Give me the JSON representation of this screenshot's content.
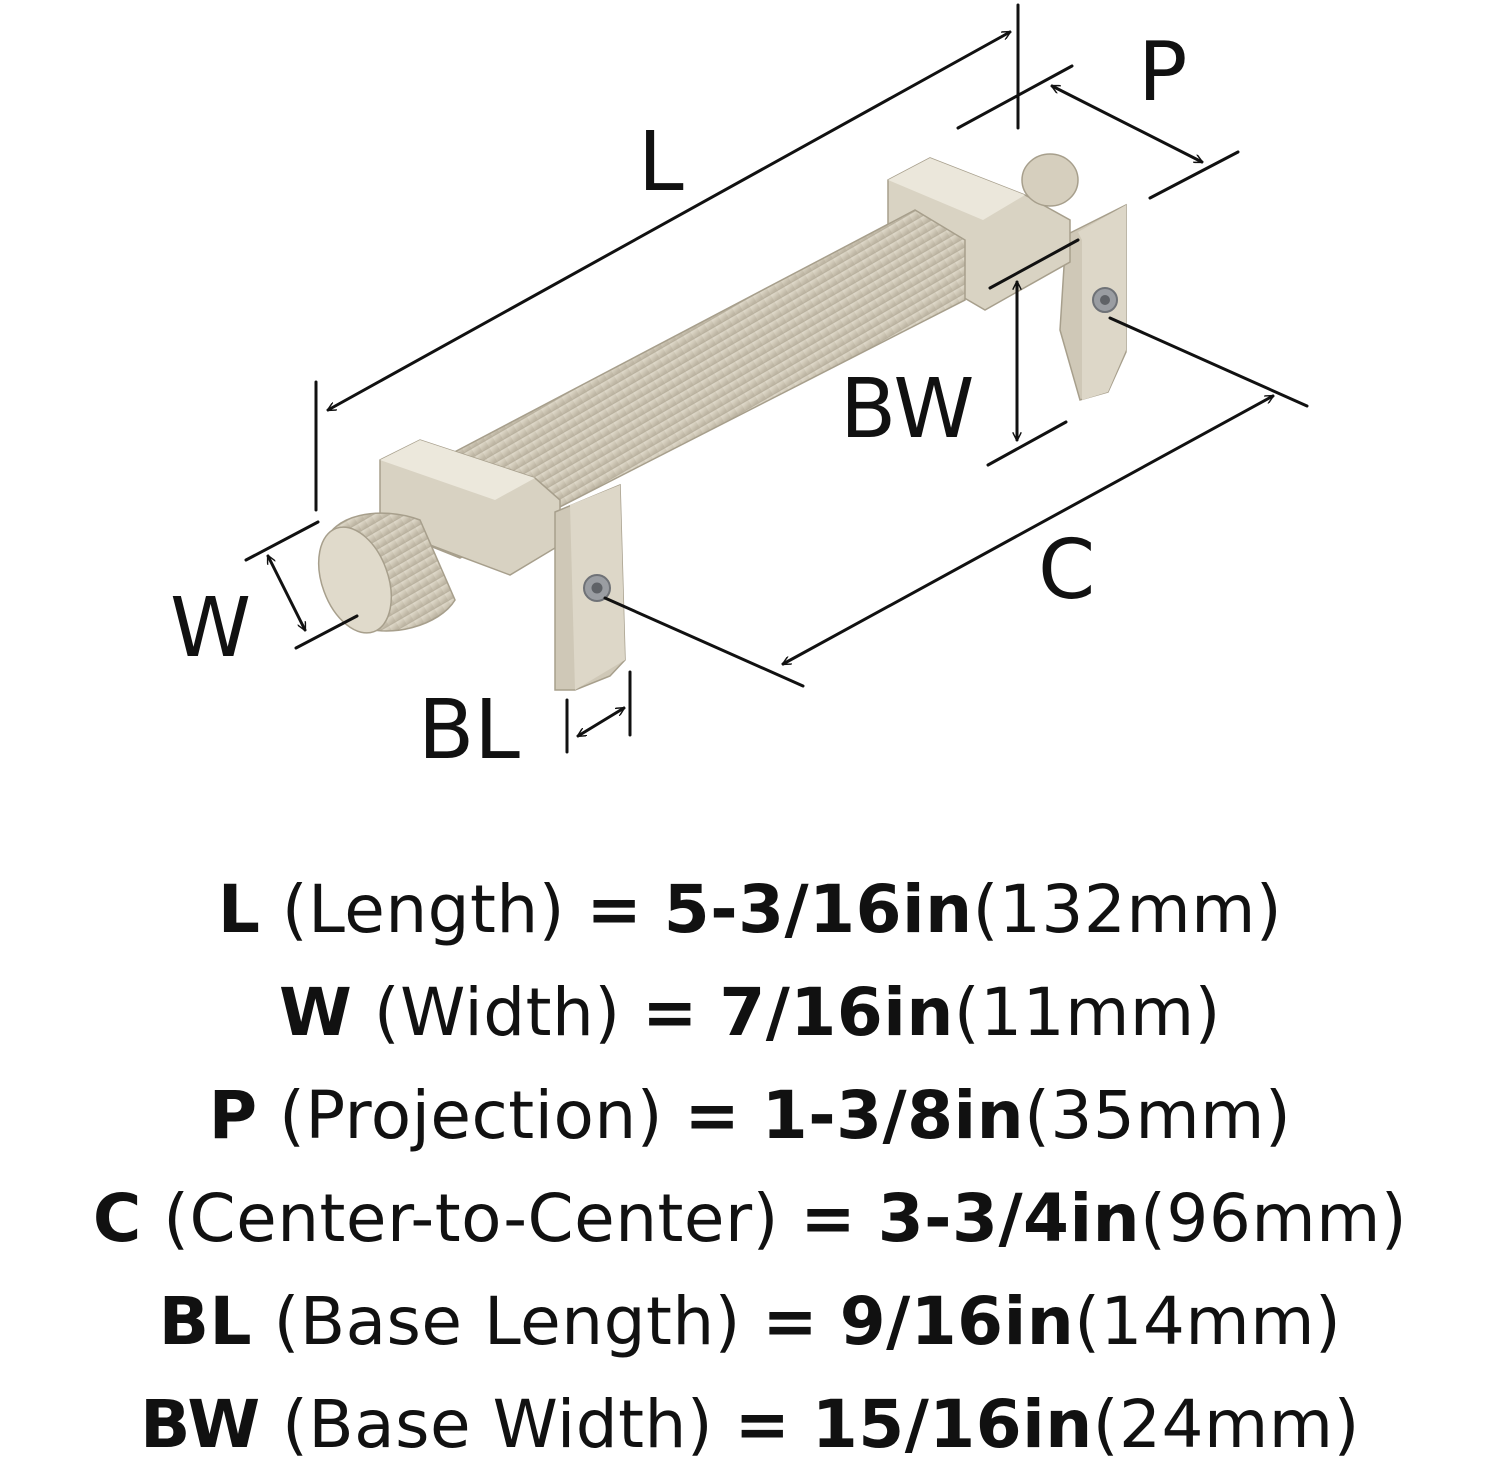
{
  "diagram": {
    "labels": {
      "L": "L",
      "P": "P",
      "BW": "BW",
      "C": "C",
      "W": "W",
      "BL": "BL"
    },
    "colors": {
      "finish": "#d8d2c2",
      "finish_shadow": "#b9b2a1",
      "finish_highlight": "#ece8dc",
      "line": "#111111",
      "hole": "#8a8d92"
    }
  },
  "specs": [
    {
      "code": "L",
      "name": "(Length)",
      "eq": "=",
      "inches": "5-3/16in",
      "mm": "(132mm)"
    },
    {
      "code": "W",
      "name": "(Width)",
      "eq": "=",
      "inches": "7/16in",
      "mm": "(11mm)"
    },
    {
      "code": "P",
      "name": "(Projection)",
      "eq": "=",
      "inches": "1-3/8in",
      "mm": "(35mm)"
    },
    {
      "code": "C",
      "name": "(Center-to-Center)",
      "eq": "=",
      "inches": "3-3/4in",
      "mm": "(96mm)"
    },
    {
      "code": "BL",
      "name": "(Base Length)",
      "eq": "=",
      "inches": "9/16in",
      "mm": "(14mm)"
    },
    {
      "code": "BW",
      "name": "(Base Width)",
      "eq": "=",
      "inches": "15/16in",
      "mm": "(24mm)"
    }
  ]
}
